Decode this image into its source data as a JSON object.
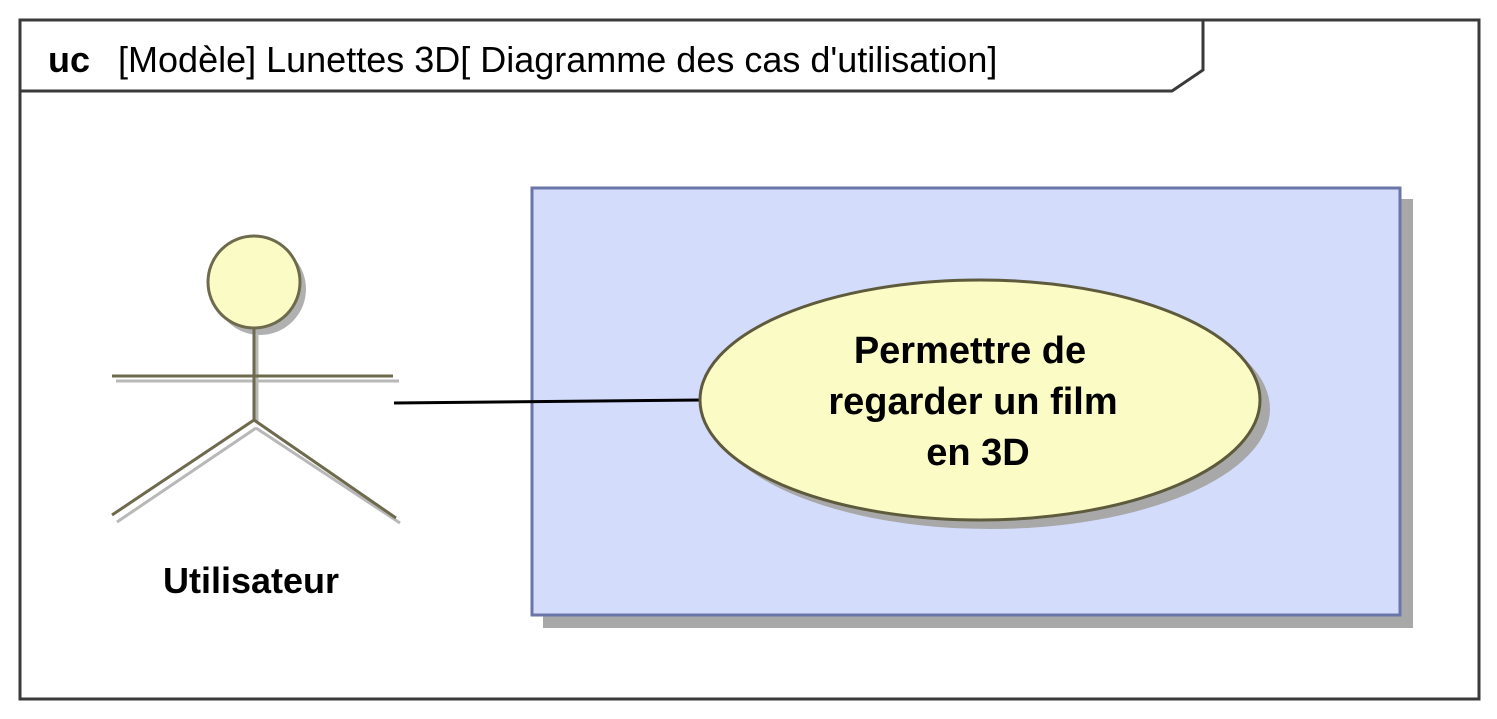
{
  "frame": {
    "kind": "uc",
    "title": "[Modèle] Lunettes 3D[ Diagramme des cas d'utilisation]"
  },
  "actor": {
    "name": "Utilisateur"
  },
  "use_case": {
    "lines": [
      "Permettre de",
      "regarder un film",
      "en 3D"
    ]
  },
  "colors": {
    "frame_border": "#3a3a3a",
    "system_fill": "#d4dcfc",
    "system_border": "#6a76a8",
    "usecase_fill": "#fbfbc5",
    "usecase_border": "#5e5a3c",
    "actor_fill": "#fbfbc5",
    "actor_stroke": "#6e6a4e",
    "shadow": "#a8a8a8"
  }
}
